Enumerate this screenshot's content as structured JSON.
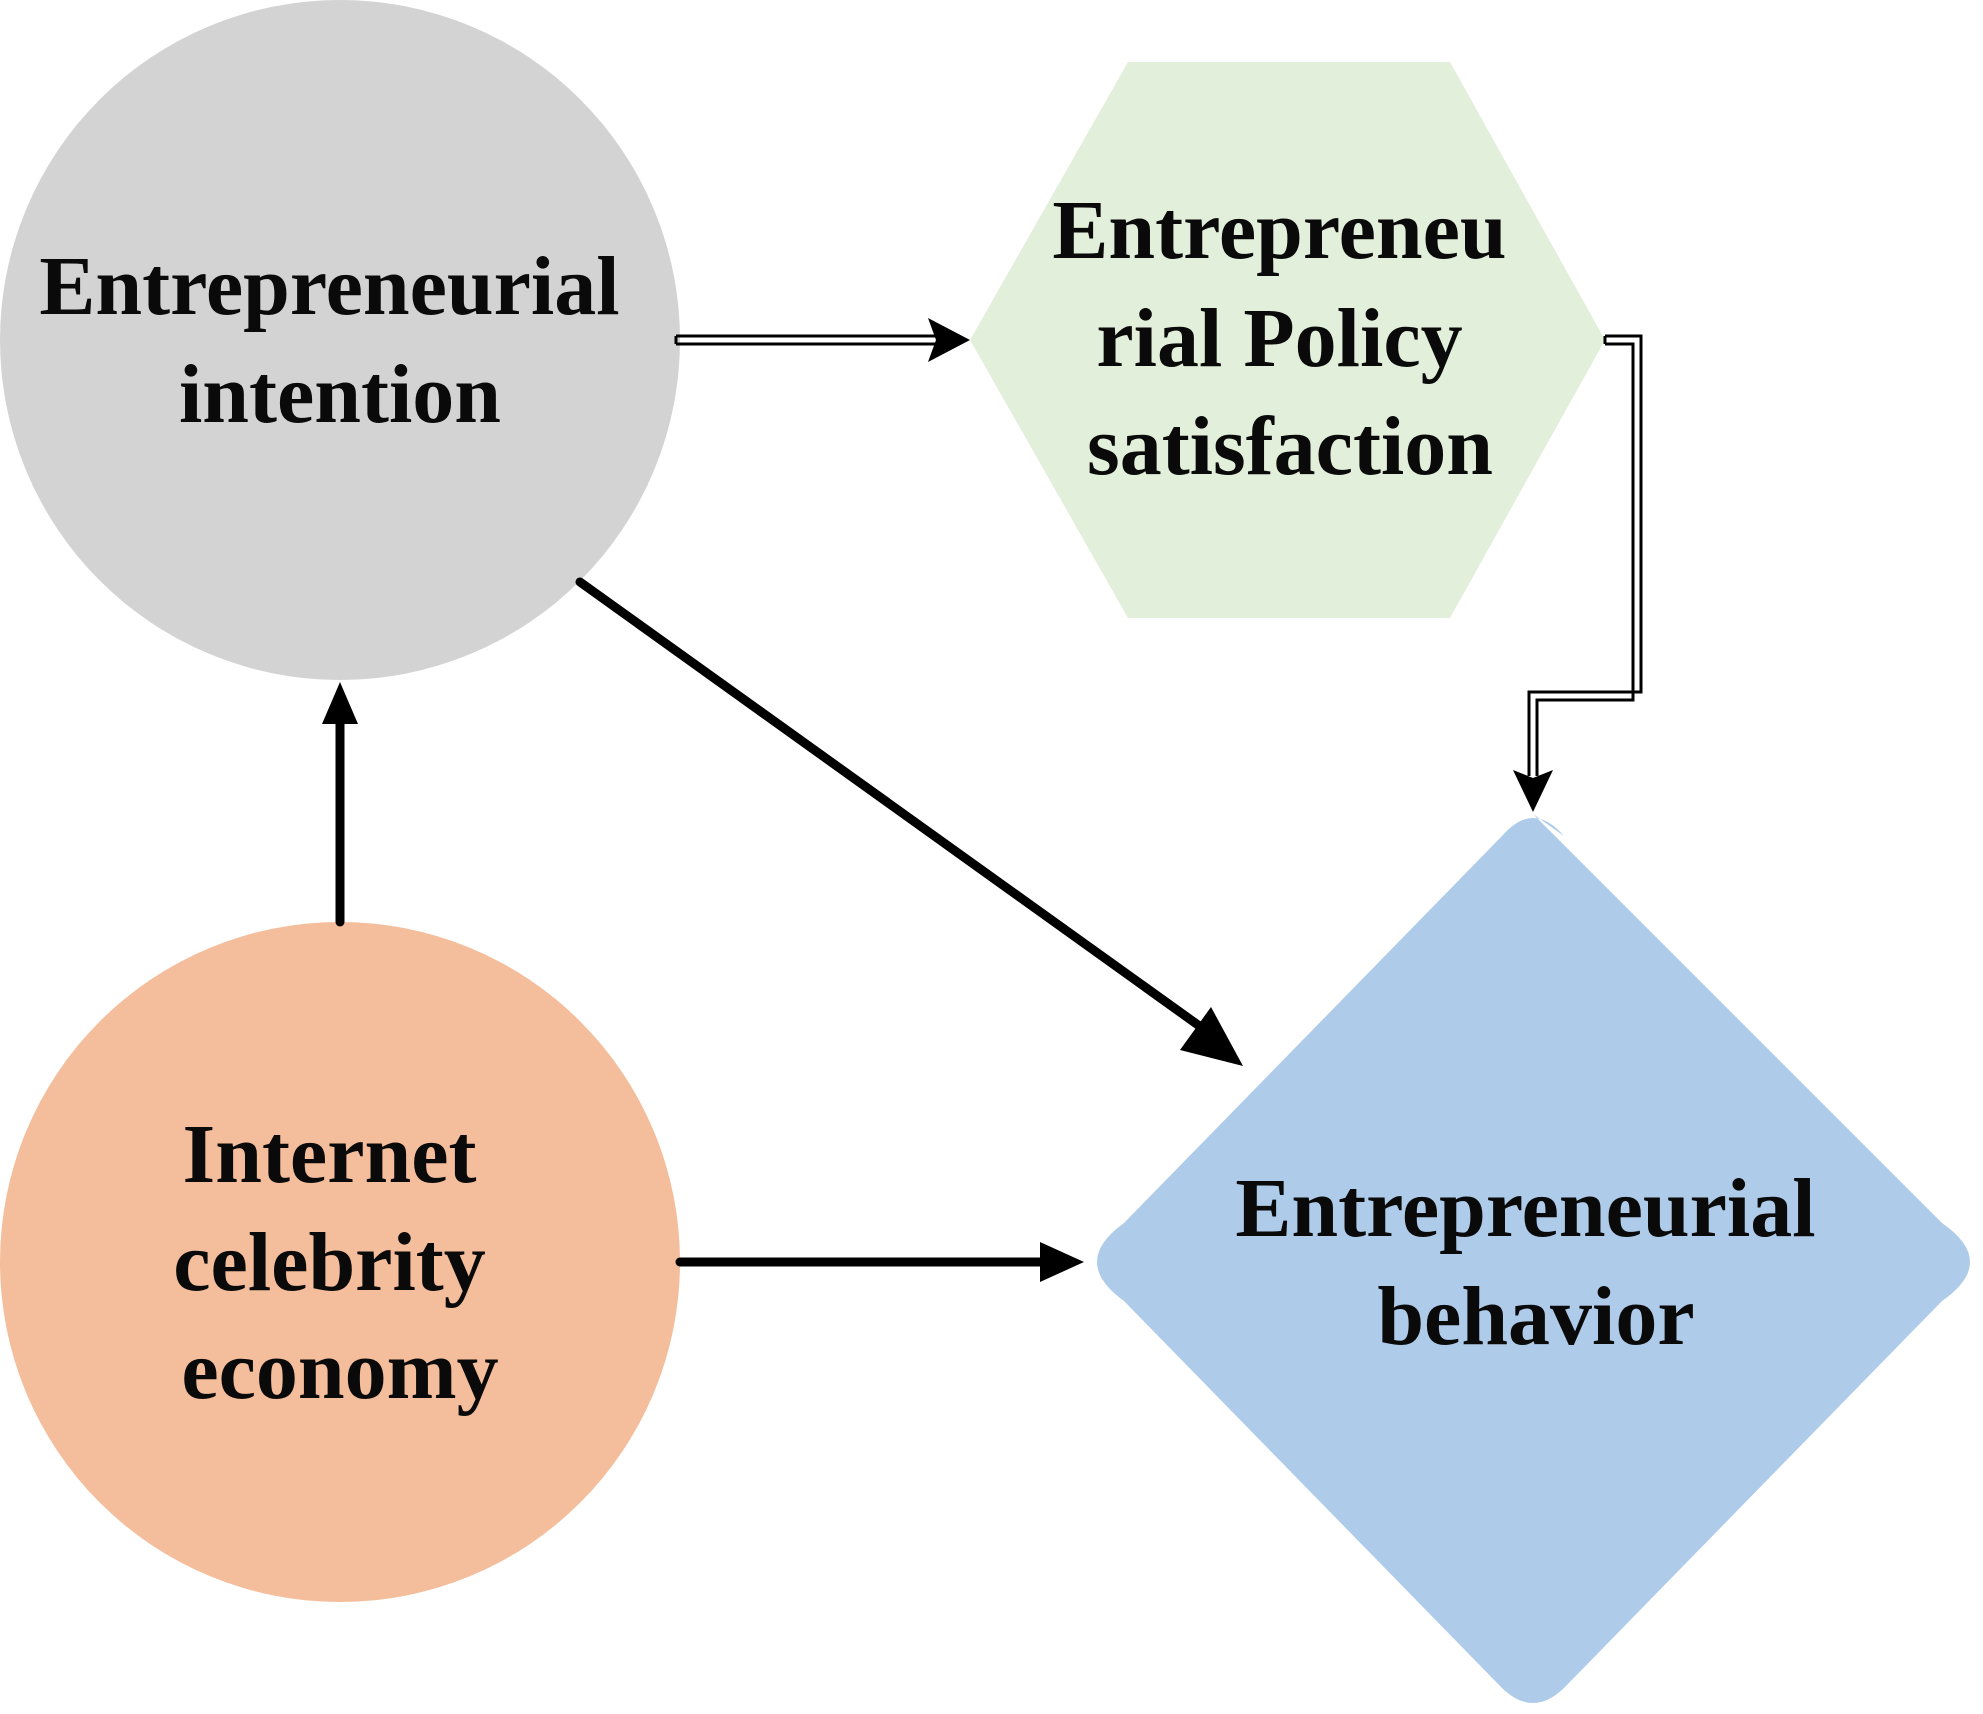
{
  "nodes": {
    "intention": {
      "lines": [
        "Entrepreneurial",
        "intention"
      ],
      "fill": "#d3d3d3",
      "shape": "circle"
    },
    "policy": {
      "lines": [
        "Entrepreneu",
        "rial Policy",
        "satisfaction"
      ],
      "fill": "#e2efda",
      "shape": "hexagon"
    },
    "economy": {
      "lines": [
        "Internet",
        "celebrity",
        "economy"
      ],
      "fill": "#f4bd9b",
      "shape": "circle"
    },
    "behavior": {
      "lines": [
        "Entrepreneurial",
        "behavior"
      ],
      "fill": "#aecbea",
      "shape": "diamond"
    }
  },
  "edges": [
    {
      "from": "intention",
      "to": "policy",
      "style": "double-line"
    },
    {
      "from": "policy",
      "to": "behavior",
      "style": "double-line"
    },
    {
      "from": "intention",
      "to": "behavior",
      "style": "solid"
    },
    {
      "from": "economy",
      "to": "intention",
      "style": "solid"
    },
    {
      "from": "economy",
      "to": "behavior",
      "style": "solid"
    }
  ],
  "colors": {
    "arrow": "#000000",
    "background": "#ffffff"
  }
}
